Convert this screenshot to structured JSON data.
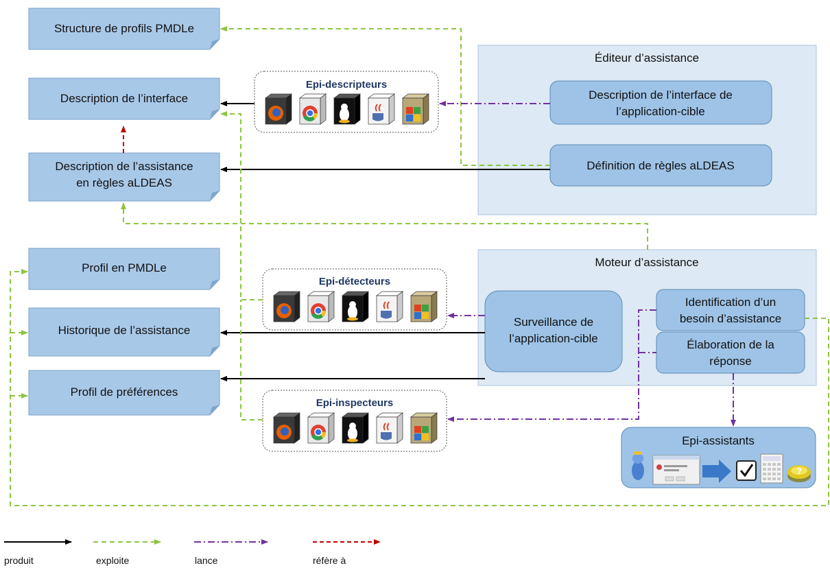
{
  "documents": {
    "structure_profils": "Structure de profils PMDLe",
    "description_interface": "Description de l’interface",
    "description_assistance": [
      "Description de l’assistance",
      "en règles aLDEAS"
    ],
    "profil_pmdle": "Profil en PMDLe",
    "historique": "Historique de l’assistance",
    "profil_preferences": "Profil de préférences"
  },
  "editeur": {
    "title": "Éditeur d’assistance",
    "description_interface": [
      "Description de l’interface de",
      "l’application-cible"
    ],
    "definition_regles": "Définition de règles aLDEAS"
  },
  "moteur": {
    "title": "Moteur d’assistance",
    "surveillance": [
      "Surveillance de",
      "l’application-cible"
    ],
    "identification": [
      "Identification d’un",
      "besoin d’assistance"
    ],
    "elaboration": [
      "Élaboration de la",
      "réponse"
    ]
  },
  "groups": {
    "descripteurs": "Epi-descripteurs",
    "detecteurs": "Epi-détecteurs",
    "inspecteurs": "Epi-inspecteurs",
    "assistants": "Epi-assistants"
  },
  "platform_icons": [
    "firefox-icon",
    "chrome-icon",
    "linux-icon",
    "java-icon",
    "windows-icon"
  ],
  "legend": {
    "produit": "produit",
    "exploite": "exploite",
    "lance": "lance",
    "refere": "réfère à"
  },
  "colors": {
    "doc_fill": "#a8c8e8",
    "box_fill": "#9ec3e6",
    "panel_fill": "#dde9f4",
    "produit": "#000000",
    "exploite": "#8cc540",
    "lance": "#7030a0",
    "refere": "#c00000"
  }
}
